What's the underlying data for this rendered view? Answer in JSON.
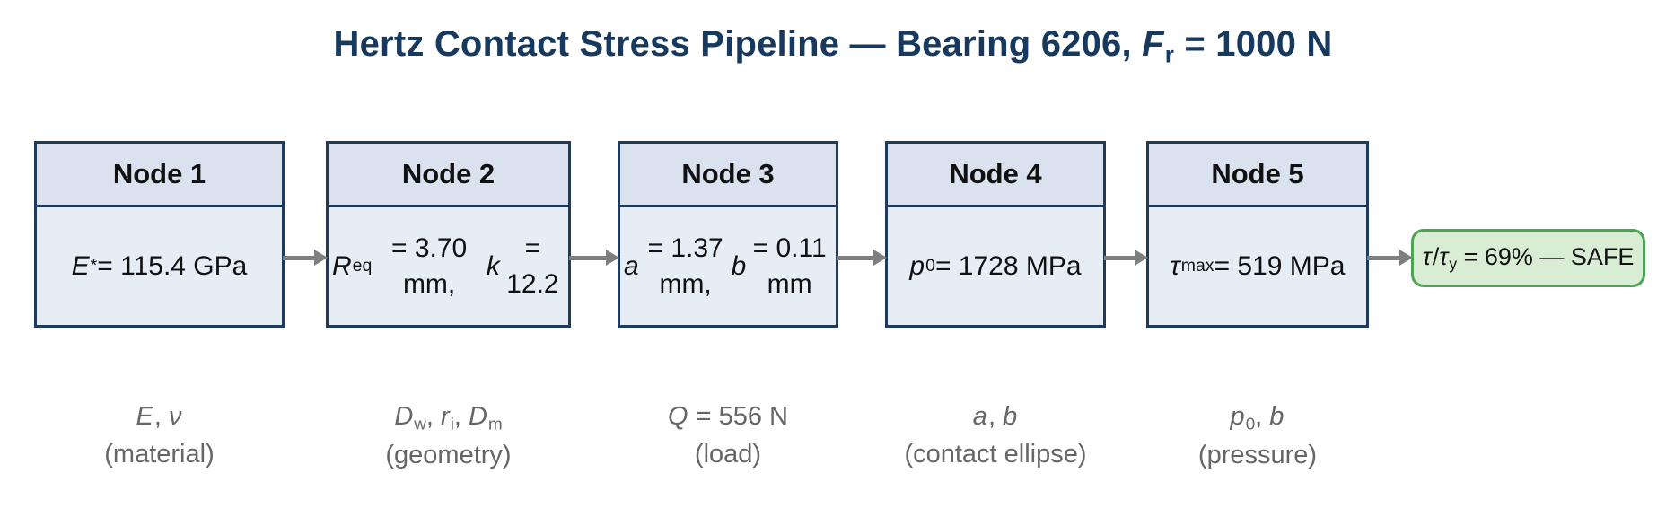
{
  "title": {
    "text_plain": "Hertz Contact Stress Pipeline — Bearing 6206, Fr = 1000 N",
    "segments": [
      {
        "k": "t",
        "t": "Hertz Contact Stress Pipeline — Bearing 6206, "
      },
      {
        "k": "i",
        "t": "F"
      },
      {
        "k": "sub",
        "t": "r"
      },
      {
        "k": "t",
        "t": " = 1000 N"
      }
    ]
  },
  "pipeline": {
    "nodes": [
      {
        "header": "Node 1",
        "value_plain": "E* = 115.4 GPa",
        "value_segments": [
          {
            "k": "i",
            "t": "E"
          },
          {
            "k": "sup",
            "t": "*"
          },
          {
            "k": "t",
            "t": " = 115.4 GPa"
          }
        ],
        "footnote_plain": "E, ν (material)",
        "footnote_segments": [
          {
            "k": "i",
            "t": "E"
          },
          {
            "k": "t",
            "t": ", "
          },
          {
            "k": "i",
            "t": "ν"
          },
          {
            "k": "br"
          },
          {
            "k": "t",
            "t": "(material)"
          }
        ]
      },
      {
        "header": "Node 2",
        "value_plain": "Req = 3.70 mm, k = 12.2",
        "value_segments": [
          {
            "k": "i",
            "t": "R"
          },
          {
            "k": "sub",
            "t": "eq"
          },
          {
            "k": "t",
            "t": " = 3.70 mm,"
          },
          {
            "k": "br"
          },
          {
            "k": "i",
            "t": "k"
          },
          {
            "k": "t",
            "t": " = 12.2"
          }
        ],
        "footnote_plain": "Dw, ri, Dm (geometry)",
        "footnote_segments": [
          {
            "k": "i",
            "t": "D"
          },
          {
            "k": "sub",
            "t": "w"
          },
          {
            "k": "t",
            "t": ", "
          },
          {
            "k": "i",
            "t": "r"
          },
          {
            "k": "sub",
            "t": "i"
          },
          {
            "k": "t",
            "t": ", "
          },
          {
            "k": "i",
            "t": "D"
          },
          {
            "k": "sub",
            "t": "m"
          },
          {
            "k": "br"
          },
          {
            "k": "t",
            "t": "(geometry)"
          }
        ]
      },
      {
        "header": "Node 3",
        "value_plain": "a = 1.37 mm, b = 0.11 mm",
        "value_segments": [
          {
            "k": "i",
            "t": "a"
          },
          {
            "k": "t",
            "t": " = 1.37 mm,"
          },
          {
            "k": "br"
          },
          {
            "k": "i",
            "t": "b"
          },
          {
            "k": "t",
            "t": " = 0.11 mm"
          }
        ],
        "footnote_plain": "Q = 556 N (load)",
        "footnote_segments": [
          {
            "k": "i",
            "t": "Q"
          },
          {
            "k": "t",
            "t": " = 556 N"
          },
          {
            "k": "br"
          },
          {
            "k": "t",
            "t": "(load)"
          }
        ]
      },
      {
        "header": "Node 4",
        "value_plain": "p0 = 1728 MPa",
        "value_segments": [
          {
            "k": "i",
            "t": "p"
          },
          {
            "k": "sub",
            "t": "0"
          },
          {
            "k": "t",
            "t": " = 1728 MPa"
          }
        ],
        "footnote_plain": "a, b (contact ellipse)",
        "footnote_segments": [
          {
            "k": "i",
            "t": "a"
          },
          {
            "k": "t",
            "t": ", "
          },
          {
            "k": "i",
            "t": "b"
          },
          {
            "k": "br"
          },
          {
            "k": "t",
            "t": "(contact ellipse)"
          }
        ]
      },
      {
        "header": "Node 5",
        "value_plain": "τmax = 519 MPa",
        "value_segments": [
          {
            "k": "i",
            "t": "τ"
          },
          {
            "k": "sub",
            "t": "max"
          },
          {
            "k": "t",
            "t": " = 519 MPa"
          }
        ],
        "footnote_plain": "p0, b (pressure)",
        "footnote_segments": [
          {
            "k": "i",
            "t": "p"
          },
          {
            "k": "sub",
            "t": "0"
          },
          {
            "k": "t",
            "t": ", "
          },
          {
            "k": "i",
            "t": "b"
          },
          {
            "k": "br"
          },
          {
            "k": "t",
            "t": "(pressure)"
          }
        ]
      }
    ]
  },
  "result_badge": {
    "plain": "τ/τy = 69% — SAFE",
    "ratio_percent": "69%",
    "status": "SAFE",
    "segments": [
      {
        "k": "i",
        "t": "τ"
      },
      {
        "k": "t",
        "t": "/"
      },
      {
        "k": "i",
        "t": "τ"
      },
      {
        "k": "sub",
        "t": "y"
      },
      {
        "k": "t",
        "t": " = 69% — SAFE"
      }
    ]
  },
  "colors": {
    "title_navy": "#17395e",
    "node_border_navy": "#1f3a5a",
    "node_header_fill": "#d9e2ee",
    "node_body_fill": "#e7edf5",
    "arrow_gray": "#7f7f7f",
    "footnote_gray": "#666666",
    "safe_fill_green": "#d9edd5",
    "safe_border_green": "#4ea455",
    "background": "#ffffff"
  }
}
